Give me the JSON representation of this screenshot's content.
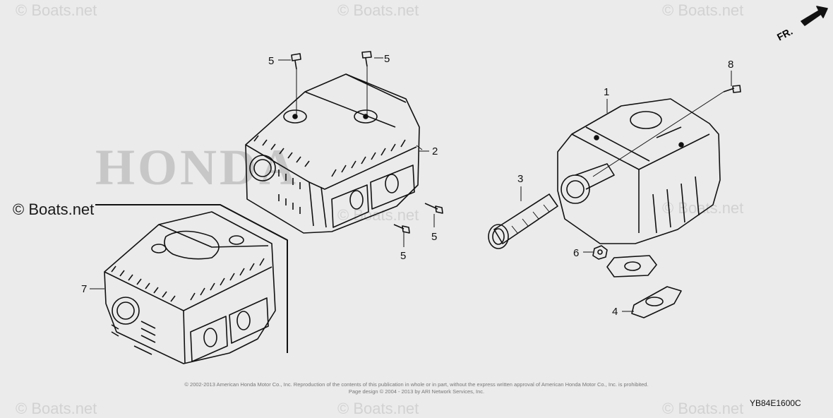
{
  "watermark": {
    "text": "© Boats.net"
  },
  "brand_text": "© Boats.net",
  "ghost_logo": "HONDA",
  "direction_label": "FR.",
  "callouts": {
    "c1": "1",
    "c2": "2",
    "c3": "3",
    "c4": "4",
    "c5a": "5",
    "c5b": "5",
    "c5c": "5",
    "c5d": "5",
    "c6": "6",
    "c7": "7",
    "c8": "8"
  },
  "copyright_lines": [
    "© 2002-2013 American Honda Motor Co., Inc. Reproduction of the contents of this publication in whole or in part, without the express written approval of American Honda Motor Co., Inc. is prohibited.",
    "Page design © 2004 - 2013 by ARI Network Services, Inc."
  ],
  "diagram_code": "YB84E1600C",
  "colors": {
    "background": "#ebebeb",
    "line": "#111111",
    "watermark": "#d2d2d2"
  }
}
